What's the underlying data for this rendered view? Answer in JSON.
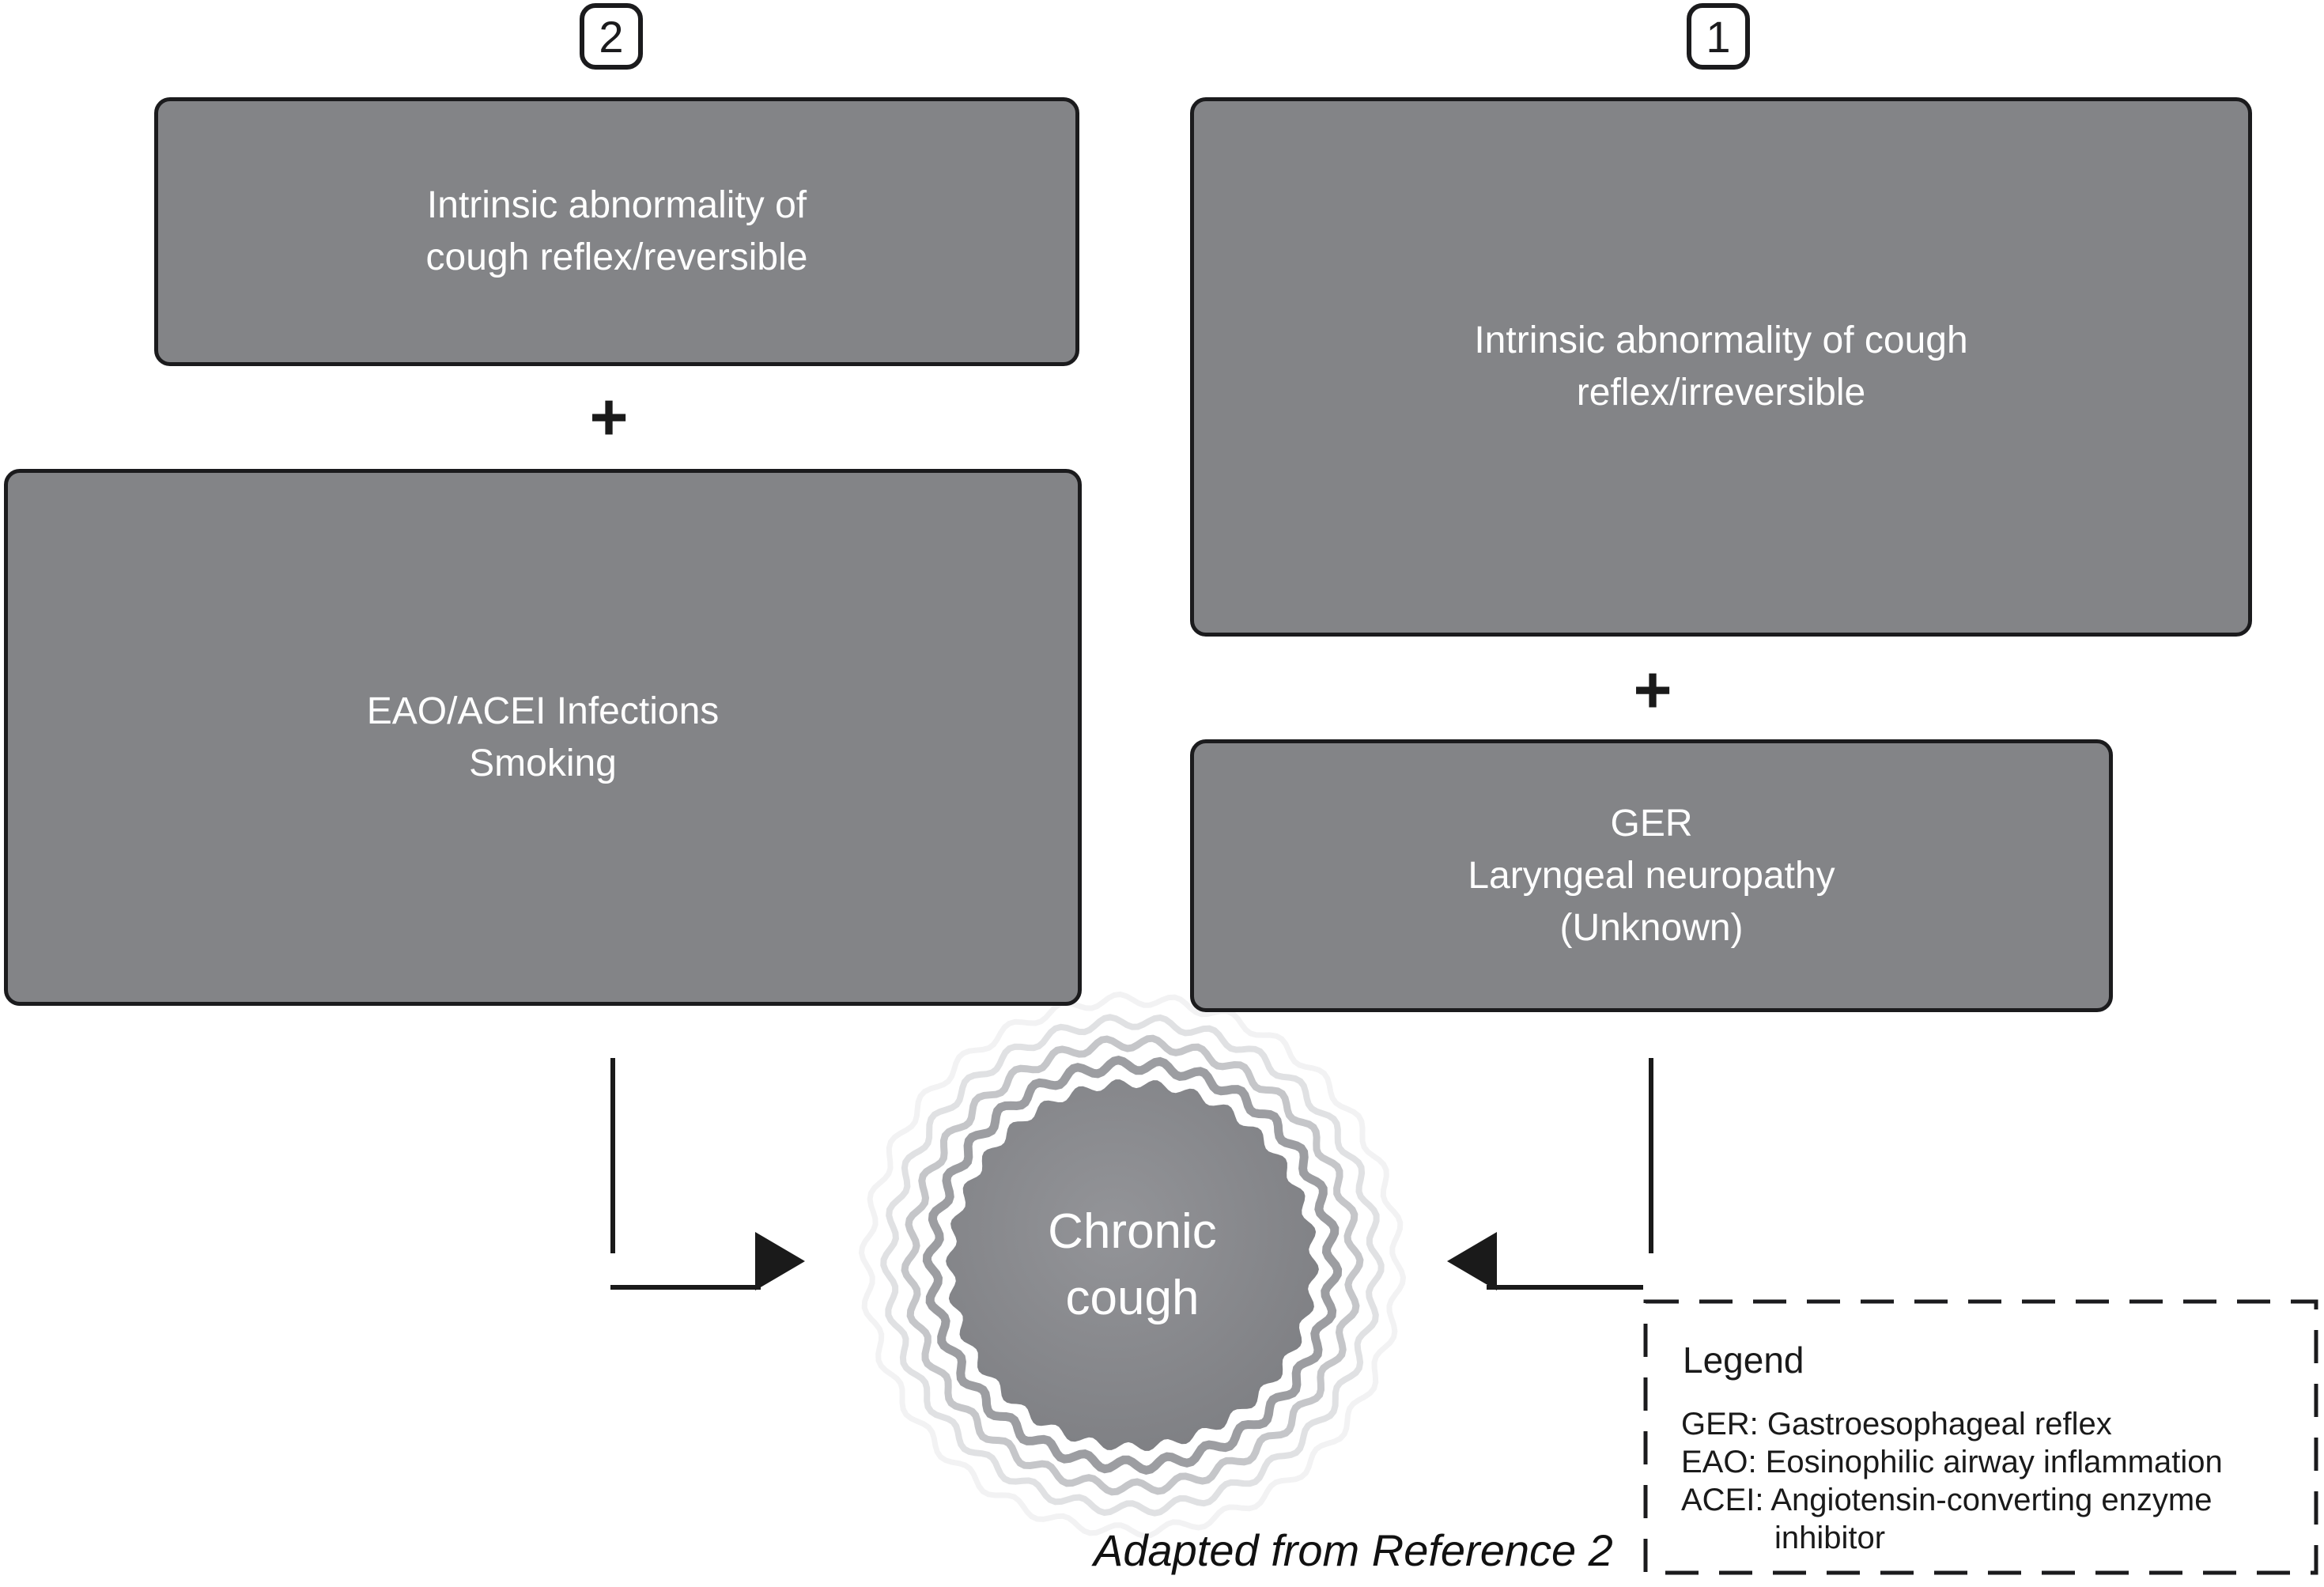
{
  "badges": {
    "pathway_left": "2",
    "pathway_right": "1"
  },
  "plus_sign": "+",
  "boxes": {
    "reversible": {
      "lines": [
        "Intrinsic abnormality of",
        "cough reflex/reversible"
      ]
    },
    "contributors_left": {
      "lines": [
        "EAO/ACEI Infections",
        "Smoking"
      ]
    },
    "irreversible": {
      "lines": [
        "Intrinsic abnormality of cough",
        "reflex/irreversible"
      ]
    },
    "contributors_right": {
      "lines": [
        "GER",
        "Laryngeal neuropathy",
        "(Unknown)"
      ]
    }
  },
  "seal": {
    "lines": [
      "Chronic",
      "cough"
    ]
  },
  "legend": {
    "title": "Legend",
    "items": [
      "GER: Gastroesophageal reflex",
      "EAO: Eosinophilic airway inflammation",
      "ACEI: Angiotensin-converting enzyme",
      "inhibitor"
    ]
  },
  "caption": "Adapted from Reference 2",
  "colors": {
    "box_fill": "#838487",
    "box_border": "#1b1b1d",
    "seal_fill": "#87888c",
    "ink": "#1a1a1a",
    "text_on_gray": "#ffffff"
  }
}
